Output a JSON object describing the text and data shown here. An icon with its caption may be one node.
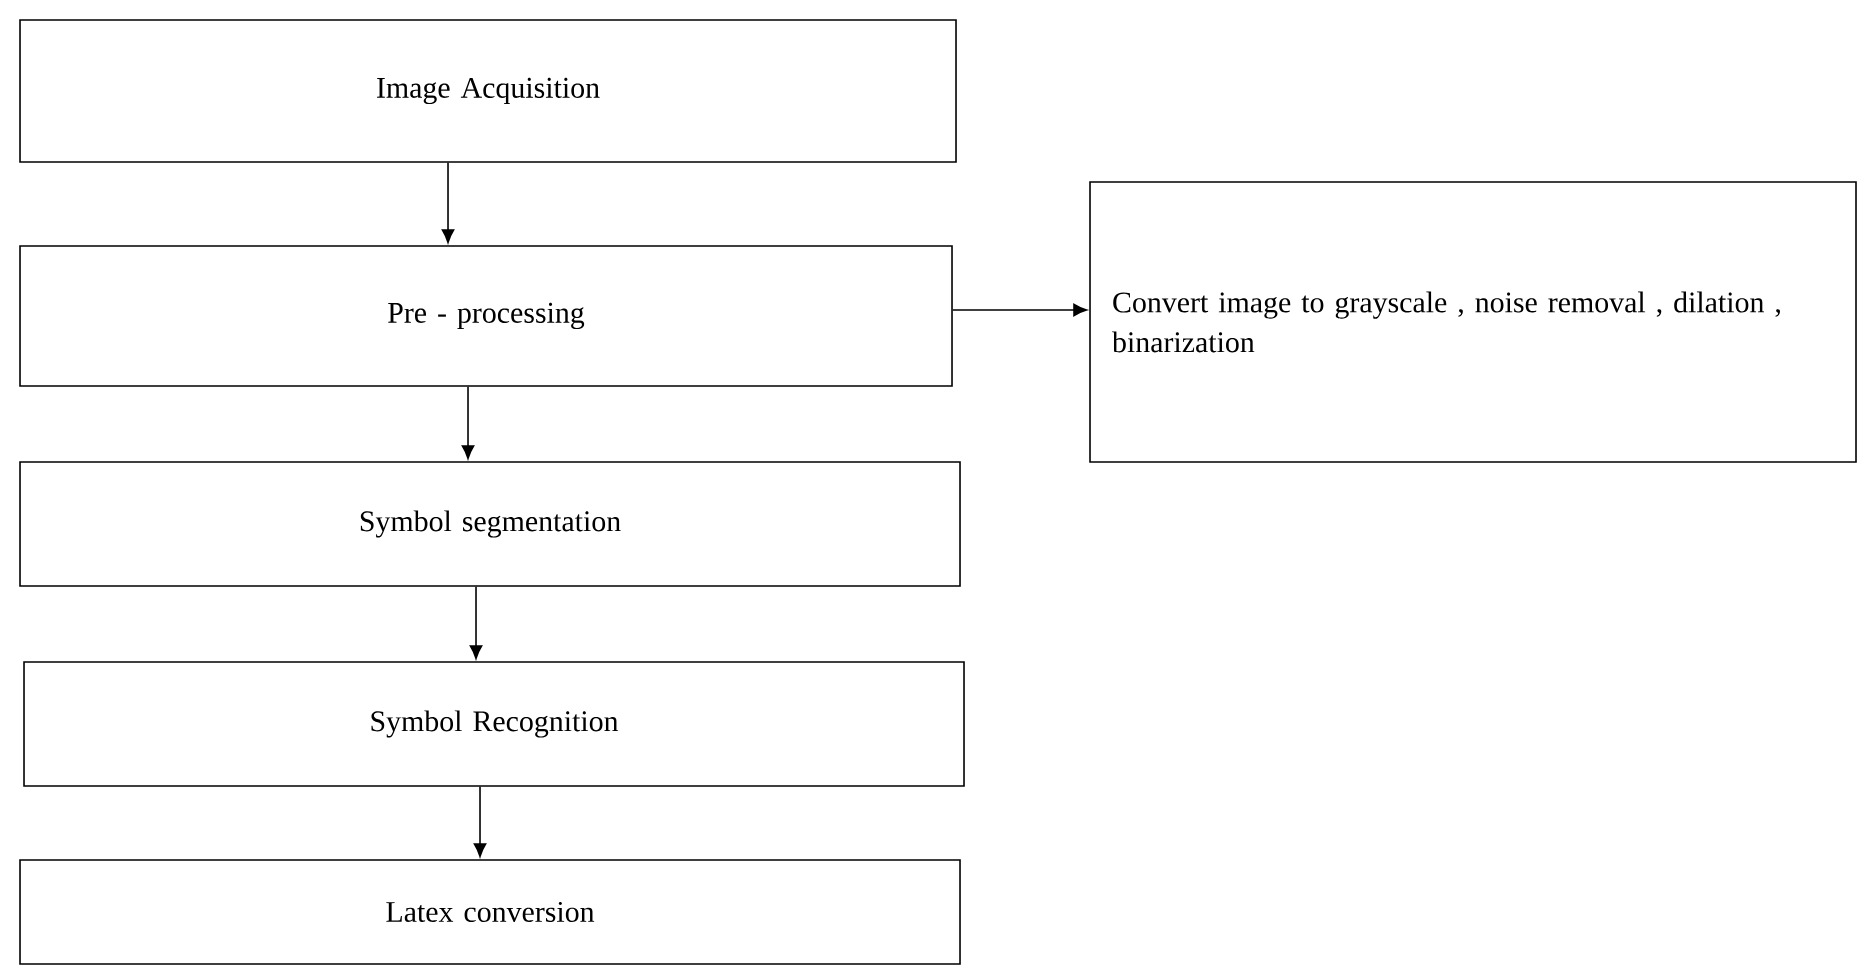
{
  "diagram": {
    "nodes": [
      {
        "text": [
          "Image Acquisition"
        ]
      },
      {
        "text": [
          "Pre - processing"
        ]
      },
      {
        "text": [
          "Symbol segmentation"
        ]
      },
      {
        "text": [
          "Symbol Recognition"
        ]
      },
      {
        "text": [
          "Latex conversion"
        ]
      },
      {
        "text": [
          "Convert image to grayscale , noise removal , dilation , binarization"
        ]
      }
    ],
    "edges": [
      {
        "from": 0,
        "to": 1,
        "arrow": "to"
      },
      {
        "from": 1,
        "to": 2,
        "arrow": "to"
      },
      {
        "from": 2,
        "to": 3,
        "arrow": "to"
      },
      {
        "from": 3,
        "to": 4,
        "arrow": "to"
      },
      {
        "from": 1,
        "to": 5,
        "arrow": "to"
      }
    ]
  }
}
